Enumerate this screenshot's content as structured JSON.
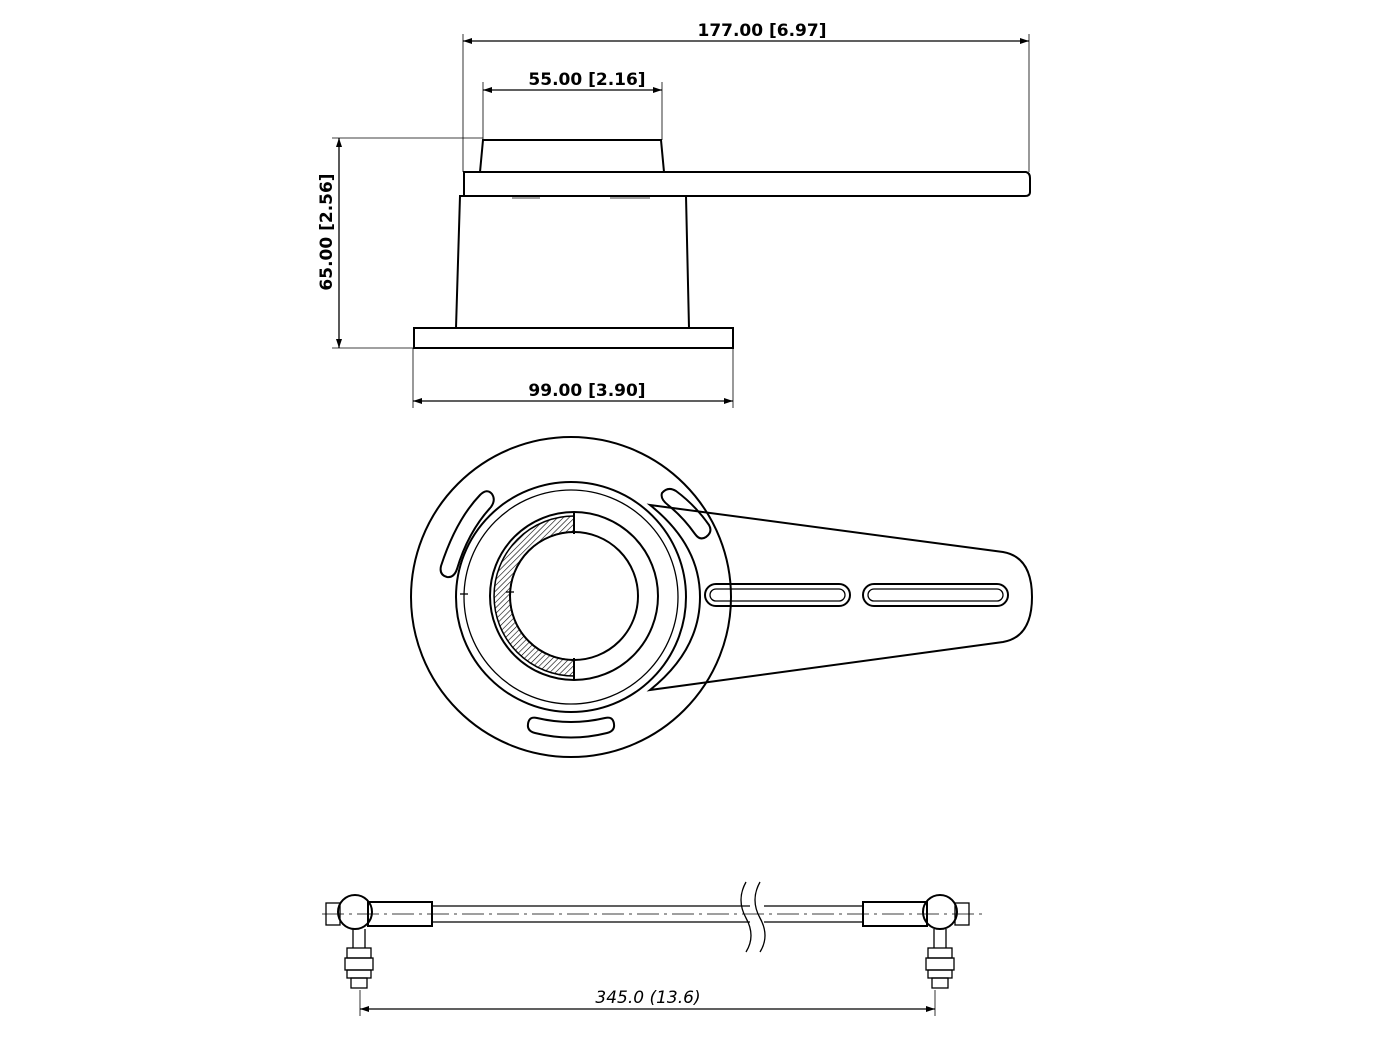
{
  "dimensions": {
    "overall_length": "177.00 [6.97]",
    "hub_diameter": "55.00 [2.16]",
    "height": "65.00 [2.56]",
    "base_diameter": "99.00 [3.90]",
    "rod_length": "345.0 (13.6)"
  },
  "colors": {
    "line": "#000000",
    "background": "#ffffff"
  }
}
